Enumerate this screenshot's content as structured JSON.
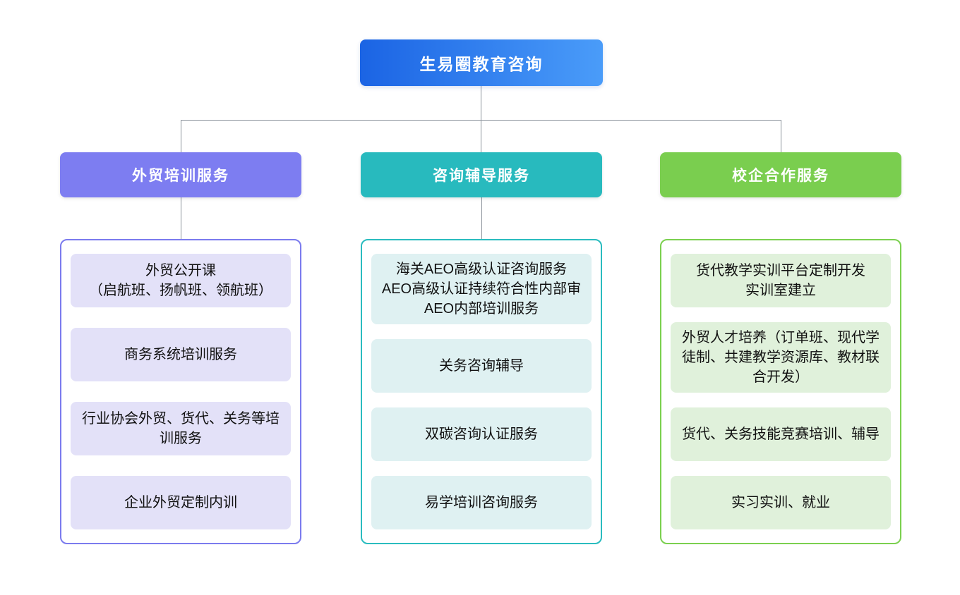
{
  "root": {
    "label": "生易圈教育咨询",
    "gradient_start": "#1b64e4",
    "gradient_end": "#4a9cf9"
  },
  "connector_color": "#8b929b",
  "branches": [
    {
      "label": "外贸培训服务",
      "theme": {
        "header_bg": "#7d7df1",
        "border": "#7b7bee",
        "item_bg": "#e3e1f8"
      },
      "items": [
        "外贸公开课\n（启航班、扬帆班、领航班）",
        "商务系统培训服务",
        "行业协会外贸、货代、关务等培训服务",
        "企业外贸定制内训"
      ]
    },
    {
      "label": "咨询辅导服务",
      "theme": {
        "header_bg": "#28babe",
        "border": "#2abcbf",
        "item_bg": "#dff1f2"
      },
      "items": [
        "海关AEO高级认证咨询服务\nAEO高级认证持续符合性内部审\nAEO内部培训服务",
        "关务咨询辅导",
        "双碳咨询认证服务",
        "易学培训咨询服务"
      ]
    },
    {
      "label": "校企合作服务",
      "theme": {
        "header_bg": "#7ace4f",
        "border": "#7bd04f",
        "item_bg": "#e0f1db"
      },
      "items": [
        "货代教学实训平台定制开发\n实训室建立",
        "外贸人才培养（订单班、现代学徒制、共建教学资源库、教材联合开发）",
        "货代、关务技能竞赛培训、辅导",
        "实习实训、就业"
      ]
    }
  ]
}
